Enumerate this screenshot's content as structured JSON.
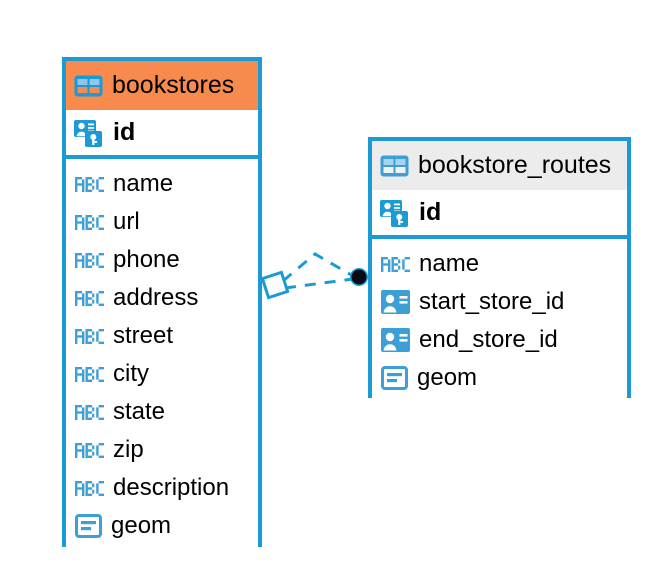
{
  "diagram": {
    "type": "entity-relationship-diagram",
    "background_color": "#ffffff",
    "accent_color": "#1b9ad6",
    "highlight_color": "#f78b4e",
    "neutral_header_color": "#ececec"
  },
  "entities": [
    {
      "name": "bookstores",
      "header_style": "accent",
      "table_icon": "table-grid-icon",
      "primary_key": {
        "label": "id",
        "icon": "primary-key-icon"
      },
      "fields": [
        {
          "label": "name",
          "icon": "text-type-icon"
        },
        {
          "label": "url",
          "icon": "text-type-icon"
        },
        {
          "label": "phone",
          "icon": "text-type-icon"
        },
        {
          "label": "address",
          "icon": "text-type-icon"
        },
        {
          "label": "street",
          "icon": "text-type-icon"
        },
        {
          "label": "city",
          "icon": "text-type-icon"
        },
        {
          "label": "state",
          "icon": "text-type-icon"
        },
        {
          "label": "zip",
          "icon": "text-type-icon"
        },
        {
          "label": "description",
          "icon": "text-type-icon"
        },
        {
          "label": "geom",
          "icon": "geometry-type-icon"
        }
      ]
    },
    {
      "name": "bookstore_routes",
      "header_style": "plain",
      "table_icon": "table-grid-icon",
      "primary_key": {
        "label": "id",
        "icon": "primary-key-icon"
      },
      "fields": [
        {
          "label": "name",
          "icon": "text-type-icon"
        },
        {
          "label": "start_store_id",
          "icon": "foreign-key-icon"
        },
        {
          "label": "end_store_id",
          "icon": "foreign-key-icon"
        },
        {
          "label": "geom",
          "icon": "geometry-type-icon"
        }
      ]
    }
  ],
  "relationship": {
    "style": "dashed",
    "color": "#1b9ad6",
    "source_endpoint": "diamond-endpoint",
    "target_endpoint": "dot-endpoint",
    "target_endpoint_color": "#000000"
  }
}
